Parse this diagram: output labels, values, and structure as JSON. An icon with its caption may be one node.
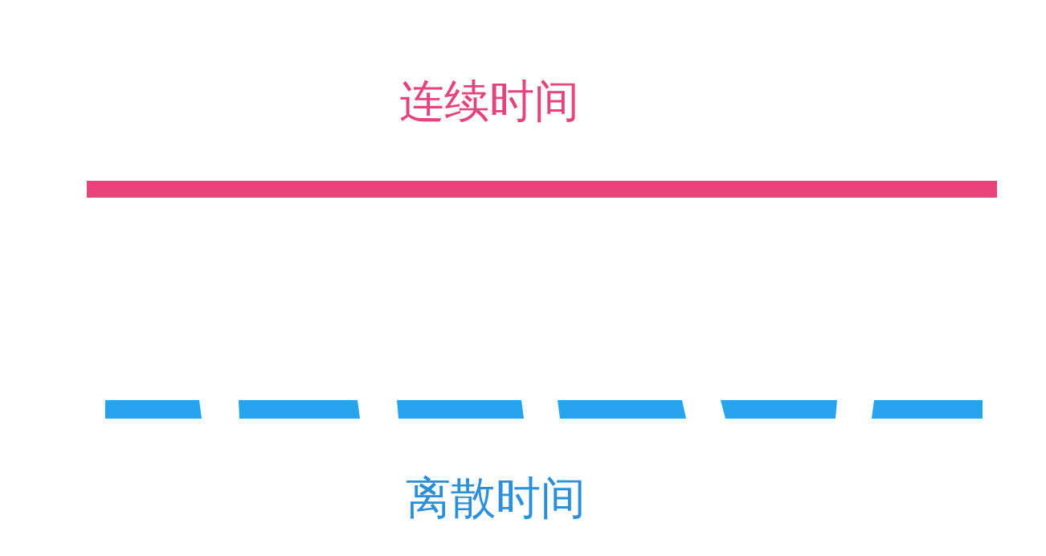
{
  "diagram": {
    "nodes": [
      {
        "text": [],
        "shape": "bar"
      },
      {
        "text": [],
        "shape": "bar"
      },
      {
        "text": [],
        "shape": "bar"
      },
      {
        "text": [],
        "shape": "bar"
      },
      {
        "text": [],
        "shape": "bar"
      },
      {
        "text": [],
        "shape": "bar"
      },
      {
        "text": [],
        "shape": "bar"
      }
    ],
    "labels": [
      "连续时间",
      "离散时间"
    ]
  }
}
